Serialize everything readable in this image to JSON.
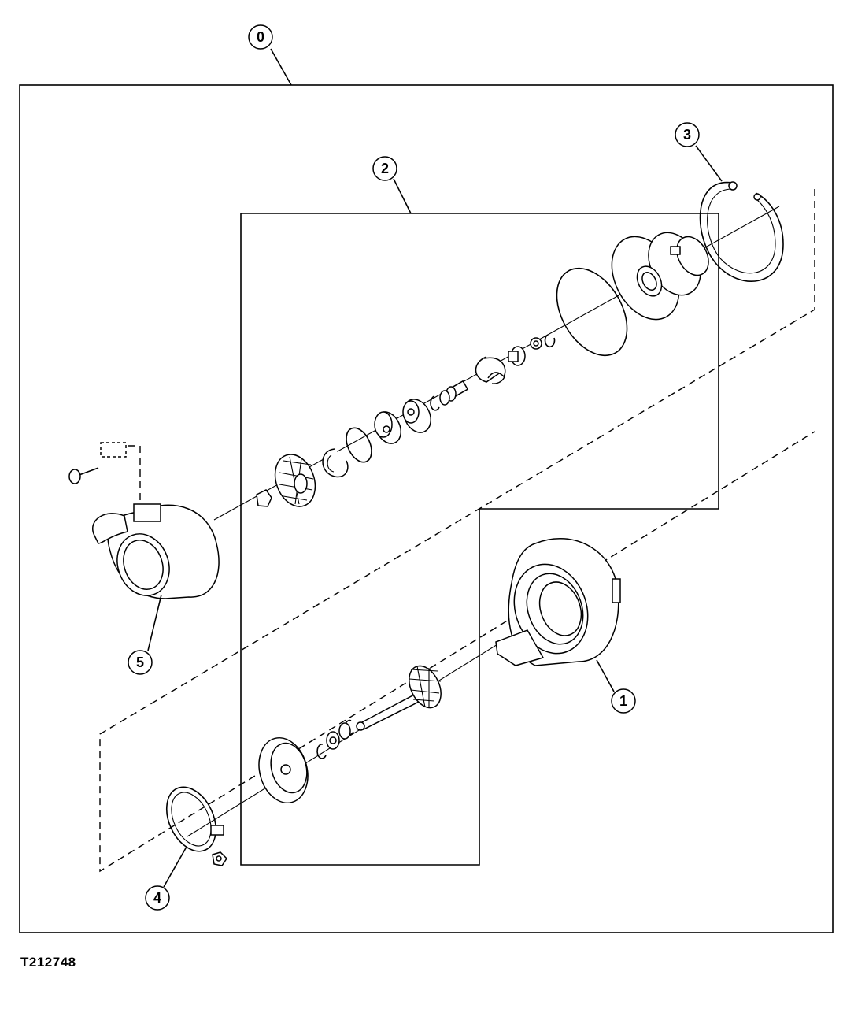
{
  "figure_id": "T212748",
  "callouts": [
    {
      "label": "0",
      "part": "turbocharger-assembly"
    },
    {
      "label": "1",
      "part": "turbine-housing"
    },
    {
      "label": "2",
      "part": "center-housing-rotating-assembly"
    },
    {
      "label": "3",
      "part": "retaining-ring"
    },
    {
      "label": "4",
      "part": "v-band-clamp"
    },
    {
      "label": "5",
      "part": "compressor-housing"
    }
  ]
}
